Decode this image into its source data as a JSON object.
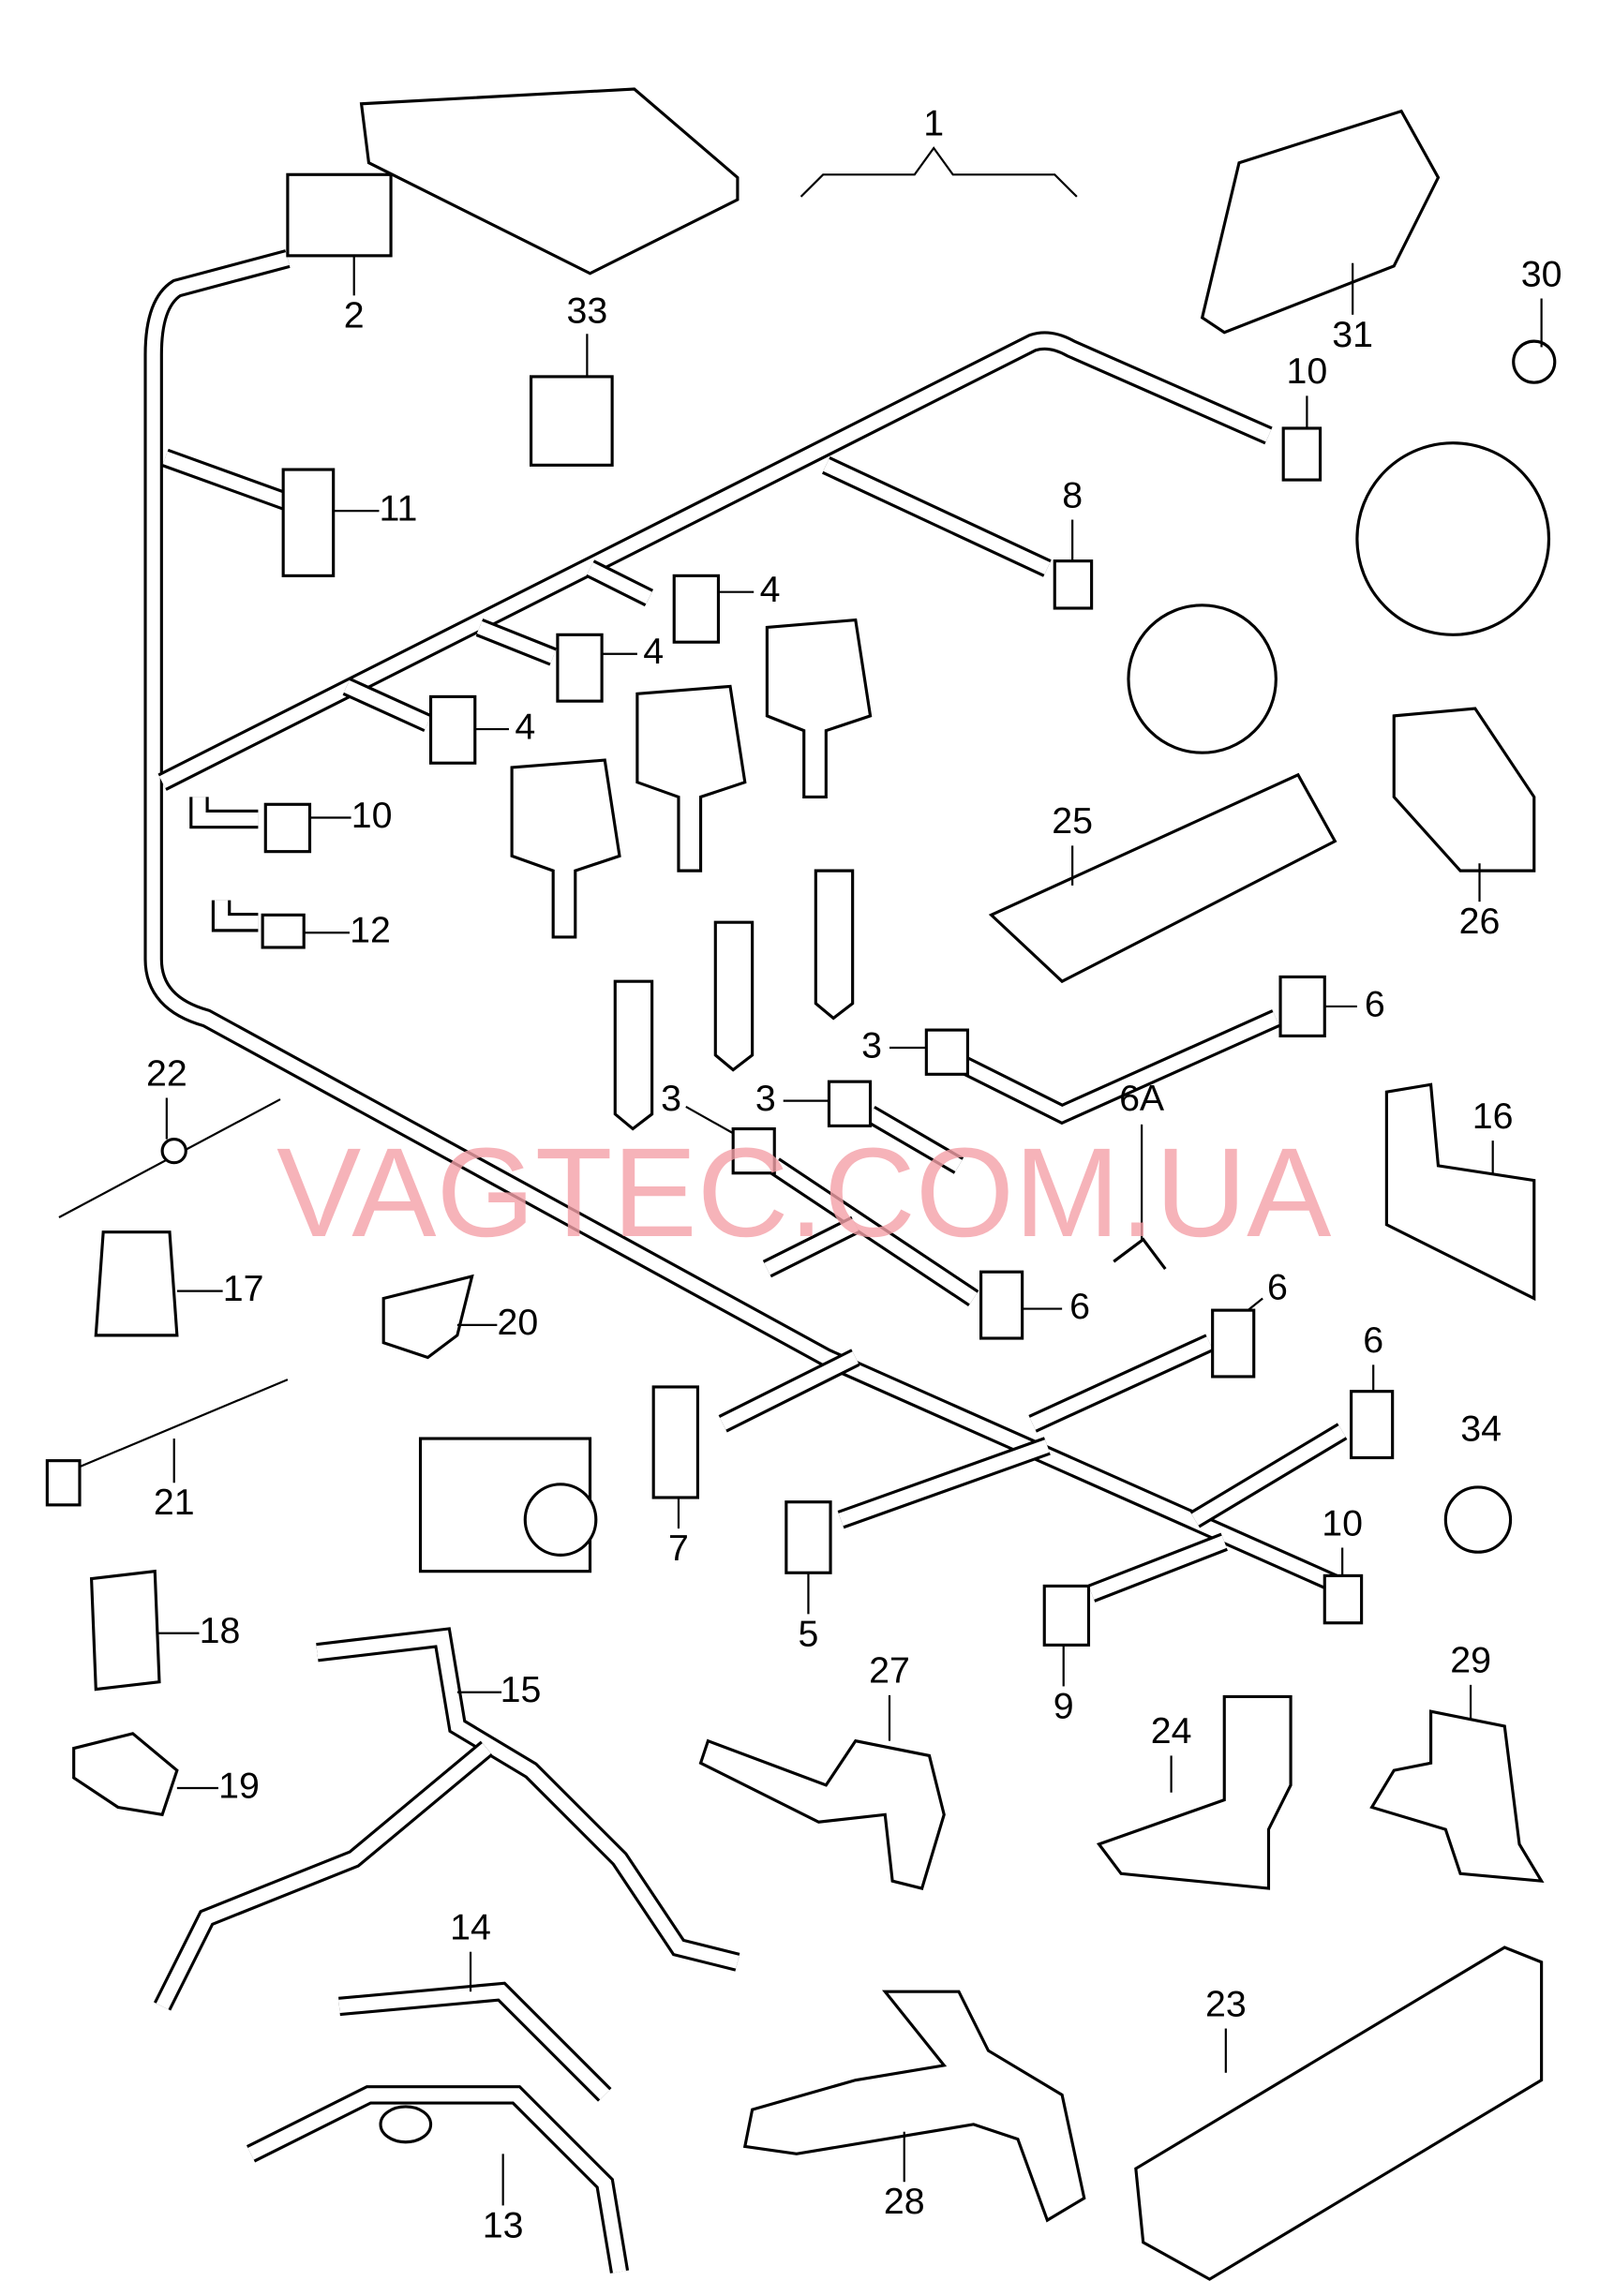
{
  "diagram": {
    "watermark": "VAGTEC.COM.UA",
    "labels": [
      "1",
      "2",
      "33",
      "31",
      "30",
      "10",
      "11",
      "8",
      "4",
      "4",
      "4",
      "10",
      "12",
      "25",
      "26",
      "6",
      "3",
      "3",
      "3",
      "22",
      "16",
      "6A",
      "6",
      "6",
      "17",
      "20",
      "6",
      "34",
      "21",
      "7",
      "10",
      "5",
      "18",
      "15",
      "27",
      "9",
      "29",
      "24",
      "19",
      "14",
      "23",
      "13",
      "28"
    ]
  }
}
